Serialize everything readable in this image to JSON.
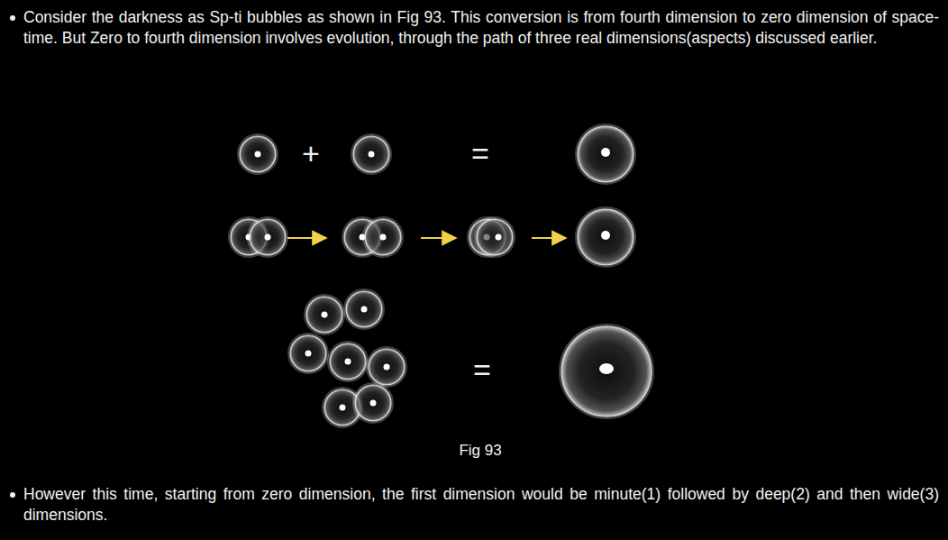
{
  "diagram": {
    "caption": "Fig 93",
    "labels": [
      "Consider the darkness as Sp-ti bubbles as shown in Fig 93. This conversion is from fourth dimension to zero dimension of space-time. But Zero to fourth dimension involves evolution, through the path of three real dimensions(aspects) discussed earlier.",
      "+",
      "=",
      "=",
      "However this time, starting from zero dimension, the first dimension would be minute(1) followed by deep(2) and then wide(3) dimensions."
    ]
  }
}
